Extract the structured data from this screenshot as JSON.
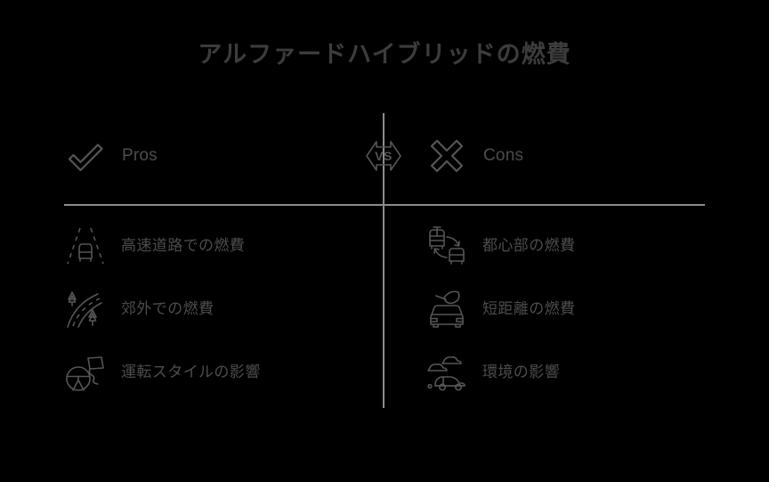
{
  "slide": {
    "title": "アルファードハイブリッドの燃費",
    "background_color": "#000000",
    "text_color": "#4c4c4c",
    "title_color": "#3c3c3c",
    "line_color": "#8c8c8c",
    "icon_color": "#555555"
  },
  "comparison": {
    "vs_label": "VS",
    "pros": {
      "label": "Pros",
      "icon": "check-icon",
      "items": [
        {
          "label": "高速道路での燃費",
          "icon": "highway-road-icon"
        },
        {
          "label": "郊外での燃費",
          "icon": "countryside-road-icon"
        },
        {
          "label": "運転スタイルの影響",
          "icon": "steering-wheel-icon"
        }
      ]
    },
    "cons": {
      "label": "Cons",
      "icon": "cross-icon",
      "items": [
        {
          "label": "都心部の燃費",
          "icon": "city-traffic-icon"
        },
        {
          "label": "短距離の燃費",
          "icon": "eco-car-icon"
        },
        {
          "label": "環境の影響",
          "icon": "car-clouds-icon"
        }
      ]
    }
  }
}
